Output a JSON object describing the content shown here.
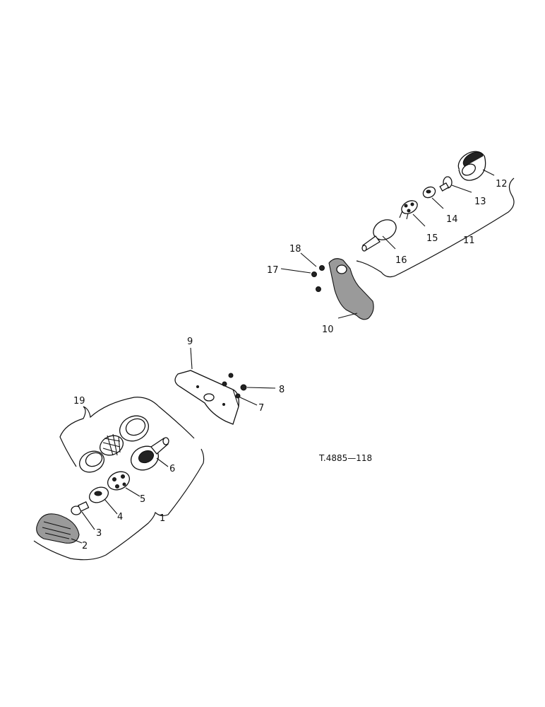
{
  "callouts": {
    "c1": "1",
    "c2": "2",
    "c3": "3",
    "c4": "4",
    "c5": "5",
    "c6": "6",
    "c7": "7",
    "c8": "8",
    "c9": "9",
    "c10": "10",
    "c11": "11",
    "c12": "12",
    "c13": "13",
    "c14": "14",
    "c15": "15",
    "c16": "16",
    "c17": "17",
    "c18": "18",
    "c19": "19"
  },
  "reference": "T.4885—118"
}
